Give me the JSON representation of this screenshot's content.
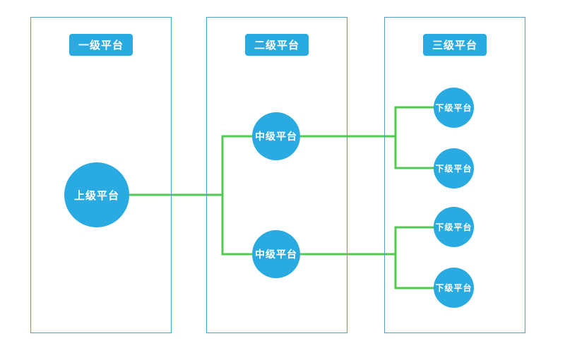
{
  "diagram": {
    "columns": [
      {
        "header": "一级平台"
      },
      {
        "header": "二级平台"
      },
      {
        "header": "三级平台"
      }
    ],
    "nodes": {
      "root": {
        "label": "上级平台"
      },
      "mid1": {
        "label": "中级平台"
      },
      "mid2": {
        "label": "中级平台"
      },
      "leaf1": {
        "label": "下级平台"
      },
      "leaf2": {
        "label": "下级平台"
      },
      "leaf3": {
        "label": "下级平台"
      },
      "leaf4": {
        "label": "下级平台"
      }
    },
    "colors": {
      "node_fill": "#29abe2",
      "node_text": "#ffffff",
      "connector": "#52c952",
      "column_border": "#4da1cf",
      "background": "#ffffff"
    }
  }
}
